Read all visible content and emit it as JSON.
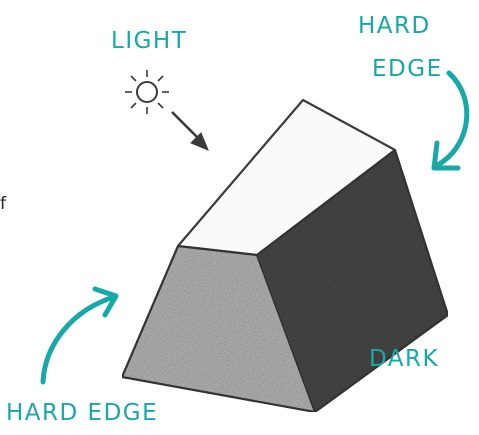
{
  "colors": {
    "accent": "#17a8a8",
    "pencil": "#3a3a3a",
    "dark_face": "#4a4a4a",
    "light_face": "#b9b9b9",
    "top_face": "#fafafa"
  },
  "labels": {
    "light": "LIGHT",
    "hard_edge_top_line1": "HARD",
    "hard_edge_top_line2": "EDGE",
    "dark": "DARK",
    "hard_edge_bottom": "HARD EDGE",
    "edge_fragment": "f"
  },
  "icons": {
    "sun": "sun-icon",
    "light_arrow": "arrow-down-right-icon",
    "curved_arrow_top": "curved-arrow-icon",
    "curved_arrow_bottom": "curved-arrow-icon"
  }
}
